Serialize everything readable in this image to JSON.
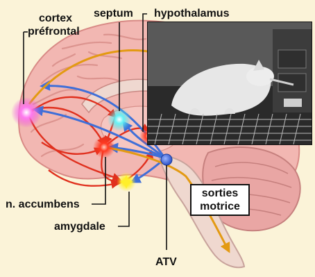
{
  "labels": {
    "cortex": "cortex",
    "prefrontal": "préfrontal",
    "septum": "septum",
    "hypothalamus": "hypothalamus",
    "n_accumbens": "n. accumbens",
    "amygdale": "amygdale",
    "atv": "ATV",
    "sorties": "sorties",
    "motrice": "motrice"
  },
  "colors": {
    "background": "#fbf3d8",
    "brain_pink": "#f2b7b2",
    "pathway_red": "#e0301e",
    "pathway_blue": "#3f6fd8",
    "pathway_orange": "#e39a12",
    "node_magenta": "#e845d6",
    "node_cyan": "#45e0e8",
    "node_red": "#ff3a22",
    "node_yellow": "#ffef2a",
    "node_blue": "#3a64dc"
  },
  "photo": {
    "subject": "rat-lever-press-photo"
  }
}
